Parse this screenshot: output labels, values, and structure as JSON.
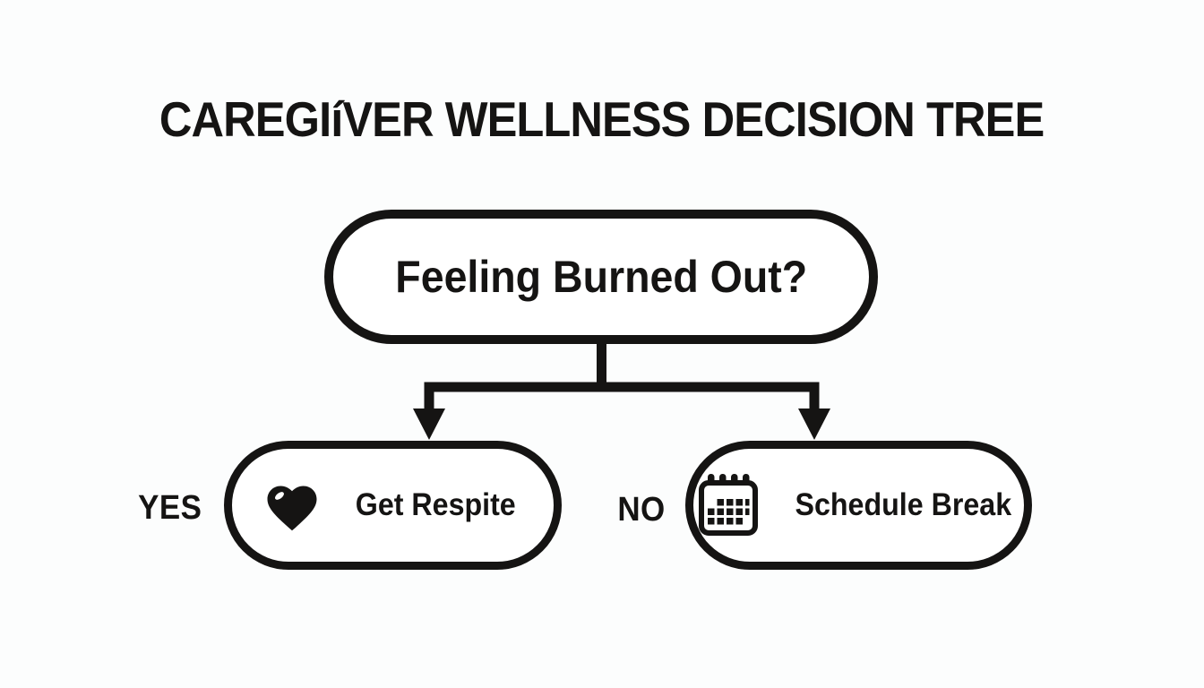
{
  "title": "CAREGIíVER WELLNESS DECISION TREE",
  "tree": {
    "root": {
      "label": "Feeling Burned Out?"
    },
    "branches": [
      {
        "answer": "YES",
        "action": "Get Respite",
        "icon": "heart-icon"
      },
      {
        "answer": "NO",
        "action": "Schedule Break",
        "icon": "calendar-icon"
      }
    ]
  },
  "colors": {
    "ink": "#151413",
    "background": "#fcfdfd",
    "node_fill": "#ffffff"
  }
}
